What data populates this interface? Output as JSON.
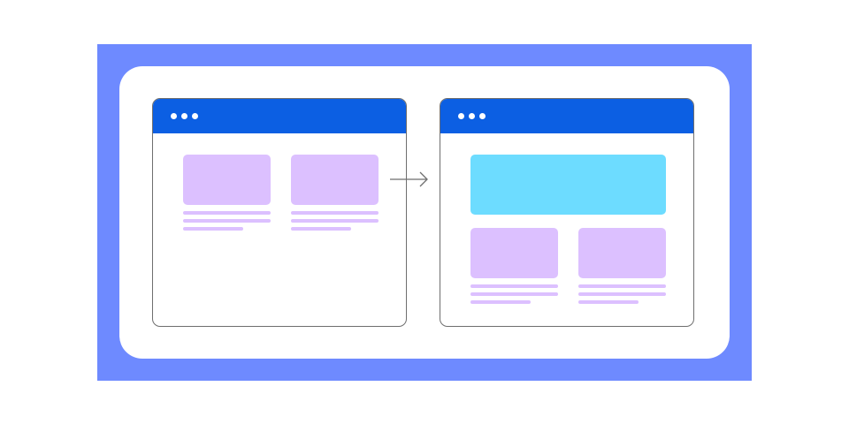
{
  "colors": {
    "frame": "#6e8aff",
    "titlebar": "#0c5fe3",
    "card_placeholder": "#dcc0ff",
    "hero_placeholder": "#6ddcff",
    "outline": "#6e6e6e"
  },
  "icons": {
    "window_dots": "three-dots-icon",
    "transition": "arrow-right-icon"
  },
  "diagram": {
    "before": {
      "window": "browser-window",
      "cards": 2,
      "hero_banner": false
    },
    "after": {
      "window": "browser-window",
      "cards": 2,
      "hero_banner": true
    }
  }
}
